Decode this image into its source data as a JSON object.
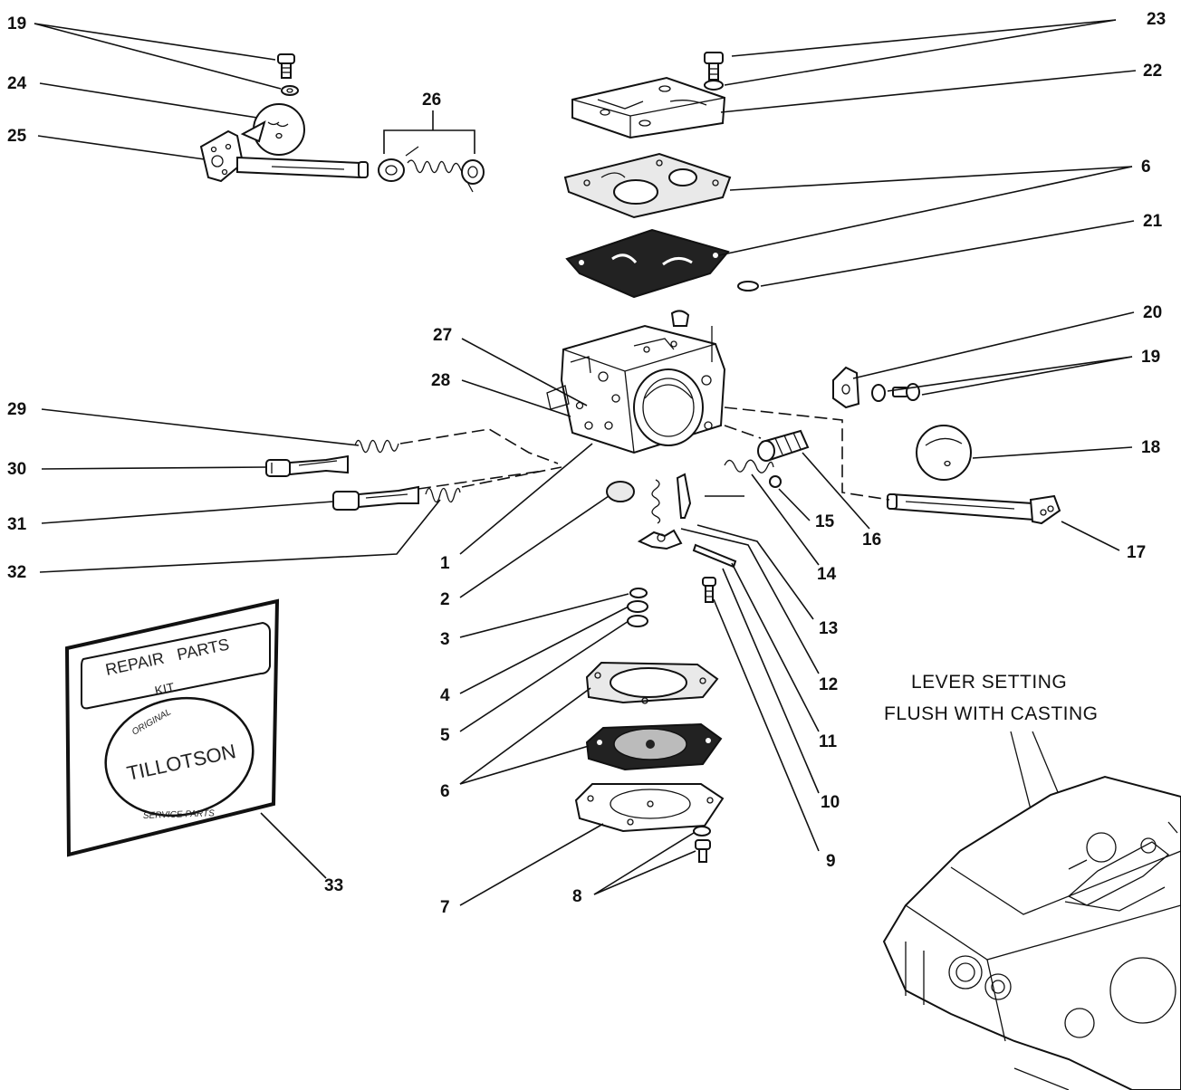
{
  "callouts": {
    "c1": "1",
    "c2": "2",
    "c3": "3",
    "c4": "4",
    "c5": "5",
    "c6a": "6",
    "c6b": "6",
    "c7": "7",
    "c8": "8",
    "c9": "9",
    "c10": "10",
    "c11": "11",
    "c12": "12",
    "c13": "13",
    "c14": "14",
    "c15": "15",
    "c16": "16",
    "c17": "17",
    "c18": "18",
    "c19a": "19",
    "c19b": "19",
    "c20": "20",
    "c21": "21",
    "c22": "22",
    "c23": "23",
    "c24": "24",
    "c25": "25",
    "c26": "26",
    "c27": "27",
    "c28": "28",
    "c29": "29",
    "c30": "30",
    "c31": "31",
    "c32": "32",
    "c33": "33"
  },
  "kit": {
    "line1": "REPAIR   PARTS",
    "line2": "KIT",
    "brand": "TILLOTSON",
    "arc_top": "ORIGINAL",
    "arc_bottom": "SERVICE PARTS"
  },
  "note": {
    "line1": "LEVER SETTING",
    "line2": "FLUSH WITH CASTING"
  }
}
